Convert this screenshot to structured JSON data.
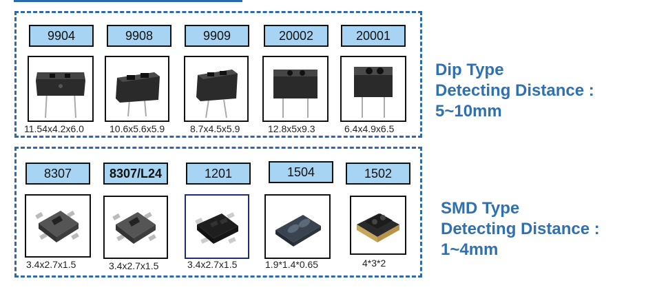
{
  "dip": {
    "products": [
      {
        "model": "9904",
        "size": "11.54x4.2x6.0"
      },
      {
        "model": "9908",
        "size": "10.6x5.6x5.9"
      },
      {
        "model": "9909",
        "size": "8.7x4.5x5.9"
      },
      {
        "model": "20002",
        "size": "12.8x5x9.3"
      },
      {
        "model": "20001",
        "size": "6.4x4.9x6.5"
      }
    ],
    "type_label": "Dip Type",
    "distance_label": "Detecting Distance :",
    "distance_value": "5~10mm"
  },
  "smd": {
    "products": [
      {
        "model": "8307",
        "size": "3.4x2.7x1.5"
      },
      {
        "model": "8307/L24",
        "size": "3.4x2.7x1.5"
      },
      {
        "model": "1201",
        "size": "3.4x2.7x1.5"
      },
      {
        "model": "1504",
        "size": "1.9*1.4*0.65"
      },
      {
        "model": "1502",
        "size": "4*3*2"
      }
    ],
    "type_label": "SMD Type",
    "distance_label": "Detecting Distance :",
    "distance_value": "1~4mm"
  },
  "colors": {
    "accent": "#2f70b0",
    "label_fill": "#a8d4f4",
    "border": "#2e6aa8"
  }
}
